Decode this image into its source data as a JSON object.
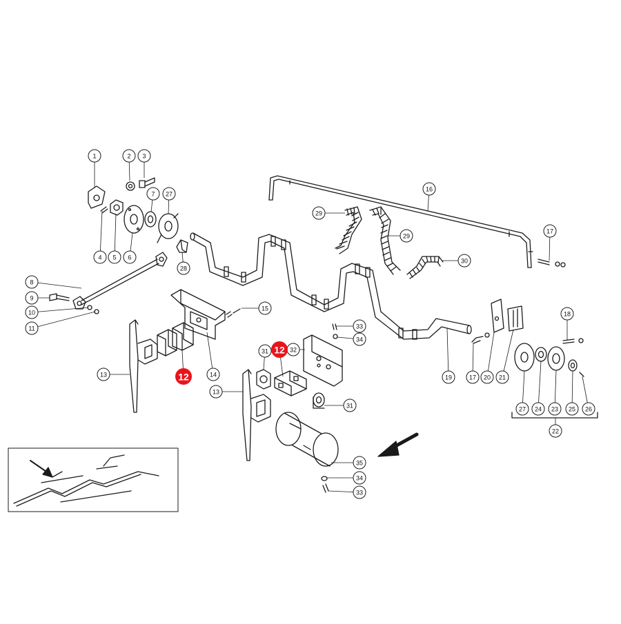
{
  "colors": {
    "line": "#1a1a1a",
    "callout_fill": "#ffffff",
    "highlight": "#e8141c",
    "highlight_text": "#ffffff",
    "background": "#ffffff"
  },
  "callouts": [
    {
      "id": "c1",
      "label": "1"
    },
    {
      "id": "c2",
      "label": "2"
    },
    {
      "id": "c3",
      "label": "3"
    },
    {
      "id": "c4",
      "label": "4"
    },
    {
      "id": "c5",
      "label": "5"
    },
    {
      "id": "c6",
      "label": "6"
    },
    {
      "id": "c7",
      "label": "7"
    },
    {
      "id": "c27a",
      "label": "27"
    },
    {
      "id": "c28",
      "label": "28"
    },
    {
      "id": "c8",
      "label": "8"
    },
    {
      "id": "c9",
      "label": "9"
    },
    {
      "id": "c10",
      "label": "10"
    },
    {
      "id": "c11",
      "label": "11"
    },
    {
      "id": "c13a",
      "label": "13"
    },
    {
      "id": "c14",
      "label": "14"
    },
    {
      "id": "c15",
      "label": "15"
    },
    {
      "id": "c16",
      "label": "16"
    },
    {
      "id": "c17a",
      "label": "17"
    },
    {
      "id": "c29a",
      "label": "29"
    },
    {
      "id": "c29b",
      "label": "29"
    },
    {
      "id": "c30",
      "label": "30"
    },
    {
      "id": "c33a",
      "label": "33"
    },
    {
      "id": "c34a",
      "label": "34"
    },
    {
      "id": "c31a",
      "label": "31"
    },
    {
      "id": "c32",
      "label": "32"
    },
    {
      "id": "c31b",
      "label": "31"
    },
    {
      "id": "c13b",
      "label": "13"
    },
    {
      "id": "c19",
      "label": "19"
    },
    {
      "id": "c17b",
      "label": "17"
    },
    {
      "id": "c20",
      "label": "20"
    },
    {
      "id": "c21",
      "label": "21"
    },
    {
      "id": "c18",
      "label": "18"
    },
    {
      "id": "c27b",
      "label": "27"
    },
    {
      "id": "c24",
      "label": "24"
    },
    {
      "id": "c23",
      "label": "23"
    },
    {
      "id": "c25",
      "label": "25"
    },
    {
      "id": "c26",
      "label": "26"
    },
    {
      "id": "c22",
      "label": "22"
    },
    {
      "id": "c35",
      "label": "35"
    },
    {
      "id": "c34b",
      "label": "34"
    },
    {
      "id": "c33b",
      "label": "33"
    }
  ],
  "highlights": [
    {
      "id": "h12a",
      "label": "12"
    },
    {
      "id": "h12b",
      "label": "12"
    }
  ]
}
